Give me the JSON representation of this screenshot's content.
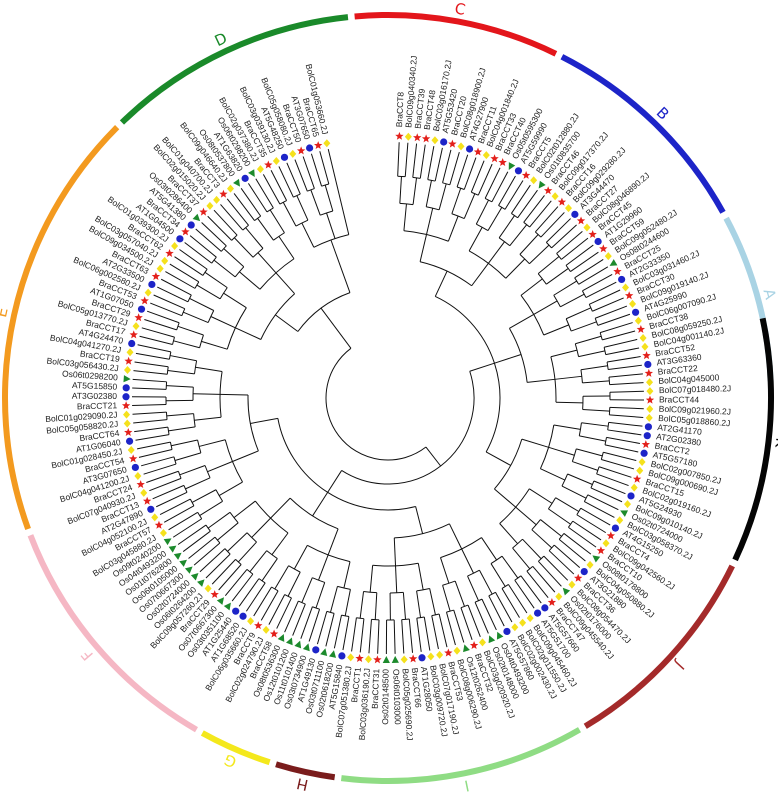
{
  "clades": [
    {
      "letter": "A",
      "color": "#a9d3e4"
    },
    {
      "letter": "B",
      "color": "#1d24c8"
    },
    {
      "letter": "C",
      "color": "#e3161b"
    },
    {
      "letter": "D",
      "color": "#1a8a2a"
    },
    {
      "letter": "E",
      "color": "#f39a1f"
    },
    {
      "letter": "F",
      "color": "#f5b7c4"
    },
    {
      "letter": "G",
      "color": "#f4e81c"
    },
    {
      "letter": "H",
      "color": "#7a1c1c"
    },
    {
      "letter": "I",
      "color": "#8fdc84"
    },
    {
      "letter": "J",
      "color": "#a42a2a"
    },
    {
      "letter": "K",
      "color": "#050505"
    }
  ],
  "marker_colors": {
    "star": "#e3201b",
    "circle": "#1d24c8",
    "diamond": "#f5e11c",
    "triangle": "#1c8a2c"
  },
  "leaves": [
    {
      "label": "BraCCT8",
      "marker": "star"
    },
    {
      "label": "BolC09g040340.2J",
      "marker": "diamond"
    },
    {
      "label": "BraCCT39",
      "marker": "star"
    },
    {
      "label": "BraCCT48",
      "marker": "star"
    },
    {
      "label": "BolC03g016170.2J",
      "marker": "diamond"
    },
    {
      "label": "AT5G53420",
      "marker": "circle"
    },
    {
      "label": "BraCCT20",
      "marker": "star"
    },
    {
      "label": "BolC08g018900.2J",
      "marker": "diamond"
    },
    {
      "label": "AT4G27900",
      "marker": "circle"
    },
    {
      "label": "BraCCT11",
      "marker": "star"
    },
    {
      "label": "BolC04g001840.2J",
      "marker": "diamond"
    },
    {
      "label": "BraCCT33",
      "marker": "star"
    },
    {
      "label": "BraCCT40",
      "marker": "star"
    },
    {
      "label": "Os05t0595300",
      "marker": "triangle"
    },
    {
      "label": "AT5G59990",
      "marker": "circle"
    },
    {
      "label": "BraCCT5",
      "marker": "star"
    },
    {
      "label": "BolC02t012880.2J",
      "marker": "diamond"
    },
    {
      "label": "Os01t0835700",
      "marker": "triangle"
    },
    {
      "label": "BraCCT46",
      "marker": "star"
    },
    {
      "label": "BolC09g017370.2J",
      "marker": "diamond"
    },
    {
      "label": "BraCCT16",
      "marker": "star"
    },
    {
      "label": "BolC09g029280.2J",
      "marker": "diamond"
    },
    {
      "label": "AT3G44470",
      "marker": "circle"
    },
    {
      "label": "BraCCT27",
      "marker": "star"
    },
    {
      "label": "BolC08g046890.2J",
      "marker": "diamond"
    },
    {
      "label": "BraCCT45",
      "marker": "star"
    },
    {
      "label": "AT1G29960",
      "marker": "circle"
    },
    {
      "label": "BraCCT59",
      "marker": "star"
    },
    {
      "label": "BolC09g052480.2J",
      "marker": "diamond"
    },
    {
      "label": "Os08t0244600",
      "marker": "triangle"
    },
    {
      "label": "BraCCT25",
      "marker": "star"
    },
    {
      "label": "AT2G33350",
      "marker": "circle"
    },
    {
      "label": "BolC03g031460.2J",
      "marker": "diamond"
    },
    {
      "label": "BraCCT30",
      "marker": "star"
    },
    {
      "label": "BolC09g019140.2J",
      "marker": "diamond"
    },
    {
      "label": "AT4G25990",
      "marker": "circle"
    },
    {
      "label": "BolC06g007090.2J",
      "marker": "diamond"
    },
    {
      "label": "BraCCT38",
      "marker": "star"
    },
    {
      "label": "BolC08g059250.2J",
      "marker": "diamond"
    },
    {
      "label": "BolC04g001140.2J",
      "marker": "diamond"
    },
    {
      "label": "BraCCT52",
      "marker": "star"
    },
    {
      "label": "AT3G63360",
      "marker": "circle"
    },
    {
      "label": "BraCCT22",
      "marker": "star"
    },
    {
      "label": "BolC04g045000",
      "marker": "diamond"
    },
    {
      "label": "BolC07g018480.2J",
      "marker": "diamond"
    },
    {
      "label": "BraCCT44",
      "marker": "star"
    },
    {
      "label": "BolC09g021960.2J",
      "marker": "diamond"
    },
    {
      "label": "BolC05g018860.2J",
      "marker": "diamond"
    },
    {
      "label": "AT2G41170",
      "marker": "circle"
    },
    {
      "label": "AT2G02380",
      "marker": "circle"
    },
    {
      "label": "BraCCT2",
      "marker": "star"
    },
    {
      "label": "AT5G57180",
      "marker": "circle"
    },
    {
      "label": "BolC02g007850.2J",
      "marker": "diamond"
    },
    {
      "label": "BolC09g000690.2J",
      "marker": "diamond"
    },
    {
      "label": "BraCCT15",
      "marker": "star"
    },
    {
      "label": "BolC02g019160.2J",
      "marker": "diamond"
    },
    {
      "label": "AT5G24930",
      "marker": "circle"
    },
    {
      "label": "BolC09g010140.2J",
      "marker": "diamond"
    },
    {
      "label": "Os02t0724000",
      "marker": "triangle"
    },
    {
      "label": "BolC03g058370.2J",
      "marker": "diamond"
    },
    {
      "label": "AT4G15250",
      "marker": "circle"
    },
    {
      "label": "BraCCT4",
      "marker": "star"
    },
    {
      "label": "BolC09g042560.2J",
      "marker": "diamond"
    },
    {
      "label": "BraCCT10",
      "marker": "star"
    },
    {
      "label": "Os08t0178800",
      "marker": "triangle"
    },
    {
      "label": "BolC04g050880.2J",
      "marker": "diamond"
    },
    {
      "label": "AT3G21880",
      "marker": "circle"
    },
    {
      "label": "BraCCT36",
      "marker": "star"
    },
    {
      "label": "BolC08g054470.2J",
      "marker": "diamond"
    },
    {
      "label": "Os02t0176000",
      "marker": "triangle"
    },
    {
      "label": "BolC09g045540.2J",
      "marker": "diamond"
    },
    {
      "label": "BraCCT47",
      "marker": "star"
    },
    {
      "label": "AT5G57660",
      "marker": "circle"
    },
    {
      "label": "AT5G51700",
      "marker": "circle"
    },
    {
      "label": "BolC09g045460.2J",
      "marker": "diamond"
    },
    {
      "label": "BolC02g011550.2J",
      "marker": "diamond"
    },
    {
      "label": "BolC02g002430.2J",
      "marker": "diamond"
    },
    {
      "label": "AT5G57860",
      "marker": "circle"
    },
    {
      "label": "Os04t0493200",
      "marker": "triangle"
    },
    {
      "label": "Os02t0148000",
      "marker": "triangle"
    },
    {
      "label": "BolC03g020920.2J",
      "marker": "diamond"
    },
    {
      "label": "BraCCT32",
      "marker": "star"
    },
    {
      "label": "Os12t0262400",
      "marker": "triangle"
    },
    {
      "label": "BolC08g006290.2J",
      "marker": "diamond"
    },
    {
      "label": "BraCCT53",
      "marker": "star"
    },
    {
      "label": "BolC07g017190.2J",
      "marker": "diamond"
    },
    {
      "label": "BolC03g009720.2J",
      "marker": "diamond"
    },
    {
      "label": "AT1G28050",
      "marker": "circle"
    },
    {
      "label": "BraCCT66",
      "marker": "star"
    },
    {
      "label": "BolC05g025690.2J",
      "marker": "diamond"
    },
    {
      "label": "Os06t0103000",
      "marker": "triangle"
    },
    {
      "label": "Os02t0148500",
      "marker": "triangle"
    },
    {
      "label": "BraCCT31",
      "marker": "star"
    },
    {
      "label": "BolC03g036190.2J",
      "marker": "diamond"
    },
    {
      "label": "BraCCT1",
      "marker": "star"
    },
    {
      "label": "BolC07g051380.2J",
      "marker": "diamond"
    },
    {
      "label": "AT5G15840",
      "marker": "circle"
    },
    {
      "label": "Os02t0618200",
      "marker": "triangle"
    },
    {
      "label": "Os03t0711100",
      "marker": "triangle"
    },
    {
      "label": "AT1G49130",
      "marker": "circle"
    },
    {
      "label": "Os03t0734900",
      "marker": "triangle"
    },
    {
      "label": "Os11t0101400",
      "marker": "triangle"
    },
    {
      "label": "Os12t0101200",
      "marker": "triangle"
    },
    {
      "label": "Os08t0536300",
      "marker": "triangle"
    },
    {
      "label": "BraCCT58",
      "marker": "star"
    },
    {
      "label": "BolC02g024790.2J",
      "marker": "diamond"
    },
    {
      "label": "BraCCT9",
      "marker": "star"
    },
    {
      "label": "BolC06g035660.2J",
      "marker": "diamond"
    },
    {
      "label": "AT1G68520",
      "marker": "circle"
    },
    {
      "label": "AT1G25440",
      "marker": "circle"
    },
    {
      "label": "Os03t0351100",
      "marker": "triangle"
    },
    {
      "label": "Os07t0667300",
      "marker": "triangle"
    },
    {
      "label": "BraCCT29",
      "marker": "star"
    },
    {
      "label": "BolC09g057260.2J",
      "marker": "diamond"
    },
    {
      "label": "Os06t0264200",
      "marker": "triangle"
    },
    {
      "label": "Os02t0724000",
      "marker": "triangle"
    },
    {
      "label": "Os07t0667300",
      "marker": "triangle"
    },
    {
      "label": "Os06t0105000",
      "marker": "triangle"
    },
    {
      "label": "Os01t0762800",
      "marker": "triangle"
    },
    {
      "label": "Os04t0493200",
      "marker": "triangle"
    },
    {
      "label": "Os09t0240200",
      "marker": "triangle"
    },
    {
      "label": "BolC03g045880.2J",
      "marker": "diamond"
    },
    {
      "label": "BraCCT57",
      "marker": "star"
    },
    {
      "label": "BolC04g052100.2J",
      "marker": "diamond"
    },
    {
      "label": "AT2G47890",
      "marker": "circle"
    },
    {
      "label": "BraCCT13",
      "marker": "star"
    },
    {
      "label": "BolC07g040930.2J",
      "marker": "diamond"
    },
    {
      "label": "BraCCT24",
      "marker": "star"
    },
    {
      "label": "BolC04g041200.2J",
      "marker": "diamond"
    },
    {
      "label": "AT3G07650",
      "marker": "circle"
    },
    {
      "label": "BraCCT54",
      "marker": "star"
    },
    {
      "label": "BolC01g028450.2J",
      "marker": "diamond"
    },
    {
      "label": "AT1G06040",
      "marker": "circle"
    },
    {
      "label": "BraCCT64",
      "marker": "star"
    },
    {
      "label": "BolC05g058820.2J",
      "marker": "diamond"
    },
    {
      "label": "BolC01g029090.2J",
      "marker": "diamond"
    },
    {
      "label": "BraCCT21",
      "marker": "star"
    },
    {
      "label": "AT3G02380",
      "marker": "circle"
    },
    {
      "label": "AT5G15850",
      "marker": "circle"
    },
    {
      "label": "Os06t0298200",
      "marker": "triangle"
    },
    {
      "label": "BolC03g056430.2J",
      "marker": "diamond"
    },
    {
      "label": "BraCCT19",
      "marker": "star"
    },
    {
      "label": "BolC04g041270.2J",
      "marker": "diamond"
    },
    {
      "label": "AT4G24470",
      "marker": "circle"
    },
    {
      "label": "BraCCT17",
      "marker": "star"
    },
    {
      "label": "BolC05g013770.2J",
      "marker": "diamond"
    },
    {
      "label": "BraCCT29",
      "marker": "star"
    },
    {
      "label": "AT1G07050",
      "marker": "circle"
    },
    {
      "label": "BraCCT53",
      "marker": "star"
    },
    {
      "label": "BolC06g002580.2J",
      "marker": "diamond"
    },
    {
      "label": "AT2G33500",
      "marker": "circle"
    },
    {
      "label": "BraCCT63",
      "marker": "star"
    },
    {
      "label": "BolC09g034500.2J",
      "marker": "diamond"
    },
    {
      "label": "BolC03g057040.2J",
      "marker": "diamond"
    },
    {
      "label": "BraCCT62",
      "marker": "star"
    },
    {
      "label": "BolC01g039300.2J",
      "marker": "diamond"
    },
    {
      "label": "AT1G04500",
      "marker": "circle"
    },
    {
      "label": "BraCCT34",
      "marker": "star"
    },
    {
      "label": "AT5G41380",
      "marker": "circle"
    },
    {
      "label": "Os03t0286400",
      "marker": "triangle"
    },
    {
      "label": "BraCCT37",
      "marker": "star"
    },
    {
      "label": "BolC02g015020.2J",
      "marker": "diamond"
    },
    {
      "label": "BolC01g040700.2J",
      "marker": "diamond"
    },
    {
      "label": "BraCCT3",
      "marker": "star"
    },
    {
      "label": "BolC09g046640.2J",
      "marker": "diamond"
    },
    {
      "label": "Os08t0537800",
      "marker": "triangle"
    },
    {
      "label": "AT1G63820",
      "marker": "circle"
    },
    {
      "label": "Os06t0298200",
      "marker": "triangle"
    },
    {
      "label": "BolC02g037380.2J",
      "marker": "diamond"
    },
    {
      "label": "BraCCT35",
      "marker": "star"
    },
    {
      "label": "BolC03g039130.2J",
      "marker": "diamond"
    },
    {
      "label": "AT5G48250",
      "marker": "circle"
    },
    {
      "label": "BolC05g058080.2J",
      "marker": "diamond"
    },
    {
      "label": "BraCCT50",
      "marker": "star"
    },
    {
      "label": "AT3G07650",
      "marker": "circle"
    },
    {
      "label": "BraCCT65",
      "marker": "star"
    },
    {
      "label": "BolC01g053660.2J",
      "marker": "diamond"
    }
  ]
}
